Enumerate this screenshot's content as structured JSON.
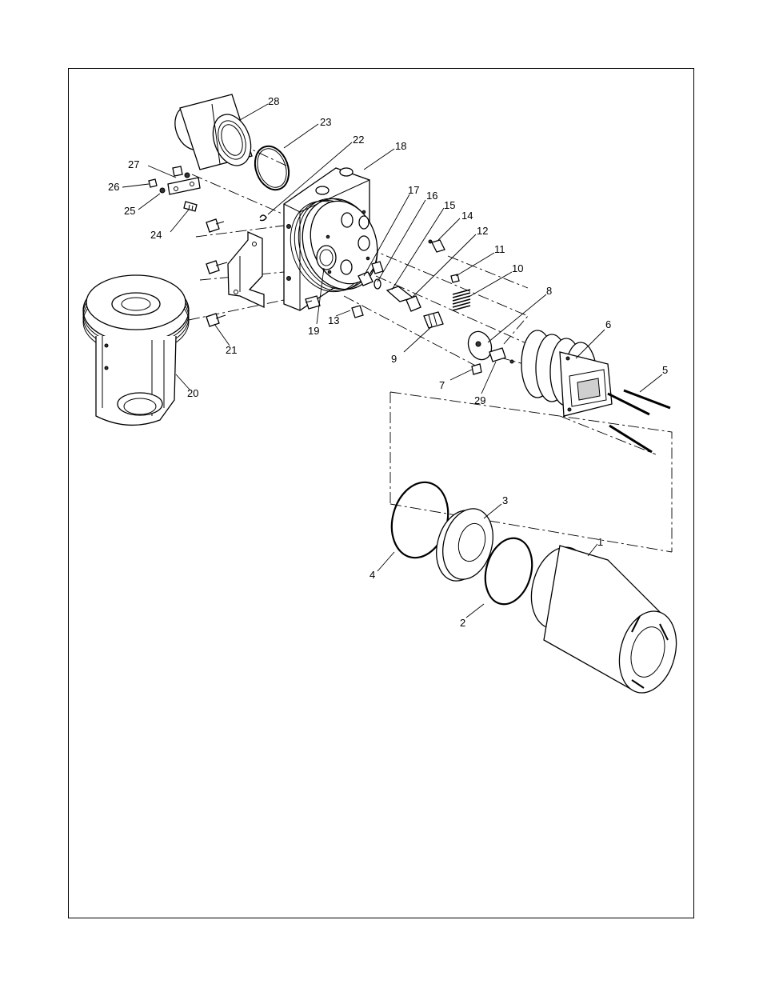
{
  "figure": {
    "labels": [
      "1",
      "2",
      "3",
      "4",
      "5",
      "6",
      "7",
      "8",
      "9",
      "10",
      "11",
      "12",
      "13",
      "14",
      "15",
      "16",
      "17",
      "18",
      "19",
      "20",
      "21",
      "22",
      "23",
      "24",
      "25",
      "26",
      "27",
      "28",
      "29"
    ]
  }
}
